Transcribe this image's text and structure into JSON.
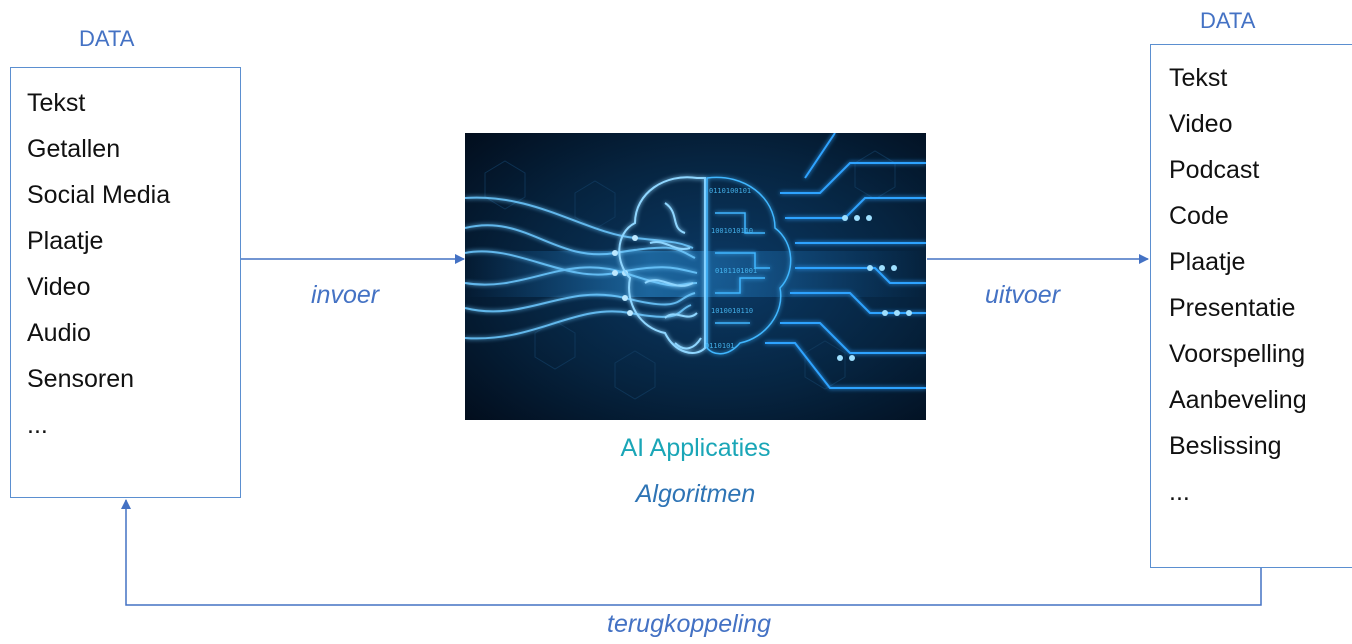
{
  "input": {
    "heading": "DATA",
    "items": [
      "Tekst",
      "Getallen",
      "Social Media",
      "Plaatje",
      "Video",
      "Audio",
      "Sensoren",
      "..."
    ]
  },
  "output": {
    "heading": "DATA",
    "items": [
      "Tekst",
      "Video",
      "Podcast",
      "Code",
      "Plaatje",
      "Presentatie",
      "Voorspelling",
      "Aanbeveling",
      "Beslissing",
      "..."
    ]
  },
  "flow": {
    "input_label": "invoer",
    "output_label": "uitvoer",
    "feedback_label": "terugkoppeling"
  },
  "center": {
    "title": "AI Applicaties",
    "subtitle": "Algoritmen"
  },
  "colors": {
    "accent": "#4472c4",
    "title": "#1aa6b7",
    "subtitle": "#2e74b5",
    "border": "#5b8fd0"
  }
}
